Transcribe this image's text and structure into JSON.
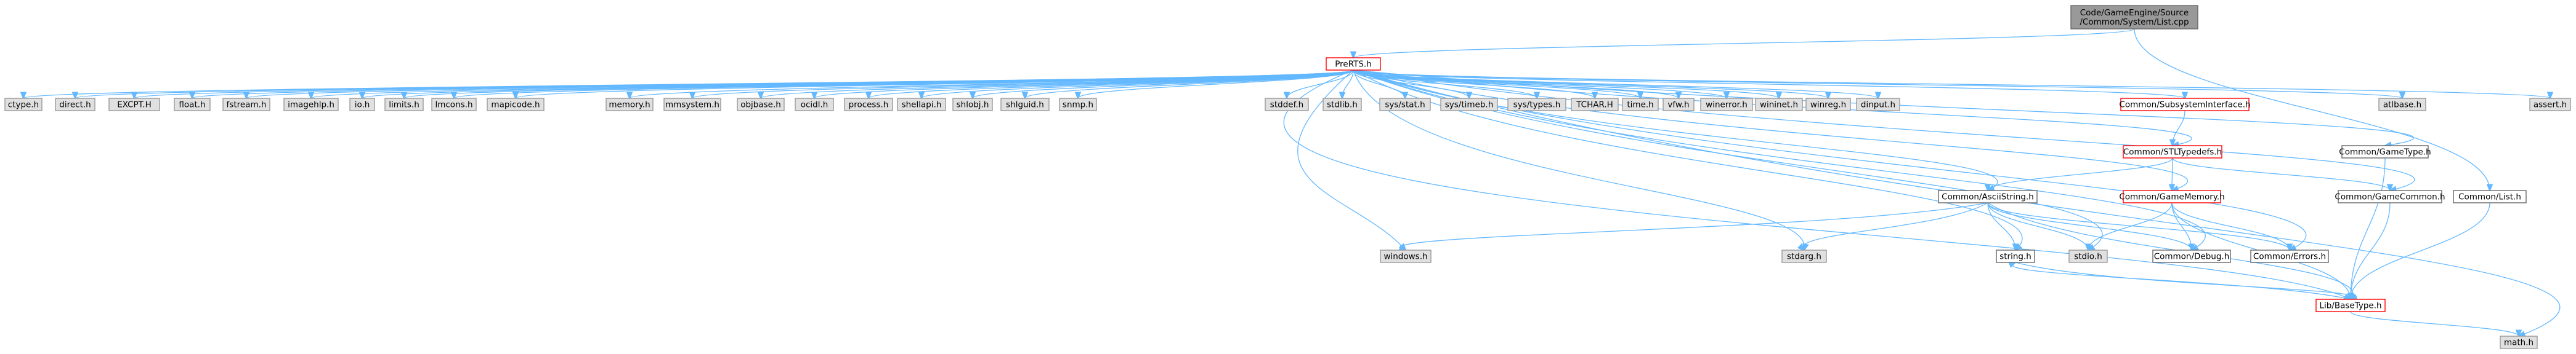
{
  "diagram": {
    "type": "include-dependency-graph",
    "colors": {
      "edge": "#63b8ff",
      "root_fill": "#999999",
      "system_fill": "#e0e0e0",
      "internal_fill": "#ffffff",
      "internal_stroke": "#666666",
      "truncated_stroke": "#ff0000",
      "system_stroke": "#999999"
    },
    "nodes": [
      {
        "id": "root",
        "label": "Code/GameEngine/Source\n/Common/System/List.cpp",
        "kind": "root"
      },
      {
        "id": "prerts",
        "label": "PreRTS.h",
        "kind": "truncated"
      },
      {
        "id": "commonlist",
        "label": "Common/List.h",
        "kind": "internal"
      },
      {
        "id": "ctype",
        "label": "ctype.h",
        "kind": "system"
      },
      {
        "id": "direct",
        "label": "direct.h",
        "kind": "system"
      },
      {
        "id": "excpt",
        "label": "EXCPT.H",
        "kind": "system"
      },
      {
        "id": "float",
        "label": "float.h",
        "kind": "system"
      },
      {
        "id": "fstream",
        "label": "fstream.h",
        "kind": "system"
      },
      {
        "id": "imagehlp",
        "label": "imagehlp.h",
        "kind": "system"
      },
      {
        "id": "io",
        "label": "io.h",
        "kind": "system"
      },
      {
        "id": "limits",
        "label": "limits.h",
        "kind": "system"
      },
      {
        "id": "lmcons",
        "label": "lmcons.h",
        "kind": "system"
      },
      {
        "id": "mapicode",
        "label": "mapicode.h",
        "kind": "system"
      },
      {
        "id": "memory",
        "label": "memory.h",
        "kind": "system"
      },
      {
        "id": "mmsystem",
        "label": "mmsystem.h",
        "kind": "system"
      },
      {
        "id": "objbase",
        "label": "objbase.h",
        "kind": "system"
      },
      {
        "id": "ocidl",
        "label": "ocidl.h",
        "kind": "system"
      },
      {
        "id": "process",
        "label": "process.h",
        "kind": "system"
      },
      {
        "id": "shellapi",
        "label": "shellapi.h",
        "kind": "system"
      },
      {
        "id": "shlobj",
        "label": "shlobj.h",
        "kind": "system"
      },
      {
        "id": "shlguid",
        "label": "shlguid.h",
        "kind": "system"
      },
      {
        "id": "snmp",
        "label": "snmp.h",
        "kind": "system"
      },
      {
        "id": "stddef",
        "label": "stddef.h",
        "kind": "system"
      },
      {
        "id": "stdlib",
        "label": "stdlib.h",
        "kind": "system"
      },
      {
        "id": "sysstat",
        "label": "sys/stat.h",
        "kind": "system"
      },
      {
        "id": "systimeb",
        "label": "sys/timeb.h",
        "kind": "system"
      },
      {
        "id": "systypes",
        "label": "sys/types.h",
        "kind": "system"
      },
      {
        "id": "tchar",
        "label": "TCHAR.H",
        "kind": "system"
      },
      {
        "id": "time",
        "label": "time.h",
        "kind": "system"
      },
      {
        "id": "vfw",
        "label": "vfw.h",
        "kind": "system"
      },
      {
        "id": "winerror",
        "label": "winerror.h",
        "kind": "system"
      },
      {
        "id": "wininet",
        "label": "wininet.h",
        "kind": "system"
      },
      {
        "id": "winreg",
        "label": "winreg.h",
        "kind": "system"
      },
      {
        "id": "dinput",
        "label": "dinput.h",
        "kind": "system"
      },
      {
        "id": "subsys",
        "label": "Common/SubsystemInterface.h",
        "kind": "truncated"
      },
      {
        "id": "atlbase",
        "label": "atlbase.h",
        "kind": "system"
      },
      {
        "id": "assert",
        "label": "assert.h",
        "kind": "system"
      },
      {
        "id": "stltypedefs",
        "label": "Common/STLTypedefs.h",
        "kind": "truncated"
      },
      {
        "id": "gametype",
        "label": "Common/GameType.h",
        "kind": "internal"
      },
      {
        "id": "asciistring",
        "label": "Common/AsciiString.h",
        "kind": "internal"
      },
      {
        "id": "gamememory",
        "label": "Common/GameMemory.h",
        "kind": "truncated"
      },
      {
        "id": "gamecommon",
        "label": "Common/GameCommon.h",
        "kind": "internal"
      },
      {
        "id": "windows",
        "label": "windows.h",
        "kind": "system"
      },
      {
        "id": "stdarg",
        "label": "stdarg.h",
        "kind": "system"
      },
      {
        "id": "string",
        "label": "string.h",
        "kind": "internal"
      },
      {
        "id": "stdio",
        "label": "stdio.h",
        "kind": "system"
      },
      {
        "id": "debug",
        "label": "Common/Debug.h",
        "kind": "internal"
      },
      {
        "id": "errors",
        "label": "Common/Errors.h",
        "kind": "internal"
      },
      {
        "id": "basetype",
        "label": "Lib/BaseType.h",
        "kind": "truncated"
      },
      {
        "id": "math",
        "label": "math.h",
        "kind": "system"
      }
    ],
    "edges": [
      [
        "root",
        "prerts"
      ],
      [
        "root",
        "commonlist"
      ],
      [
        "prerts",
        "ctype"
      ],
      [
        "prerts",
        "direct"
      ],
      [
        "prerts",
        "excpt"
      ],
      [
        "prerts",
        "float"
      ],
      [
        "prerts",
        "fstream"
      ],
      [
        "prerts",
        "imagehlp"
      ],
      [
        "prerts",
        "io"
      ],
      [
        "prerts",
        "limits"
      ],
      [
        "prerts",
        "lmcons"
      ],
      [
        "prerts",
        "mapicode"
      ],
      [
        "prerts",
        "memory"
      ],
      [
        "prerts",
        "mmsystem"
      ],
      [
        "prerts",
        "objbase"
      ],
      [
        "prerts",
        "ocidl"
      ],
      [
        "prerts",
        "process"
      ],
      [
        "prerts",
        "shellapi"
      ],
      [
        "prerts",
        "shlobj"
      ],
      [
        "prerts",
        "shlguid"
      ],
      [
        "prerts",
        "snmp"
      ],
      [
        "prerts",
        "stddef"
      ],
      [
        "prerts",
        "stdlib"
      ],
      [
        "prerts",
        "sysstat"
      ],
      [
        "prerts",
        "systimeb"
      ],
      [
        "prerts",
        "systypes"
      ],
      [
        "prerts",
        "tchar"
      ],
      [
        "prerts",
        "time"
      ],
      [
        "prerts",
        "vfw"
      ],
      [
        "prerts",
        "winerror"
      ],
      [
        "prerts",
        "wininet"
      ],
      [
        "prerts",
        "winreg"
      ],
      [
        "prerts",
        "dinput"
      ],
      [
        "prerts",
        "subsys"
      ],
      [
        "prerts",
        "atlbase"
      ],
      [
        "prerts",
        "assert"
      ],
      [
        "prerts",
        "stltypedefs"
      ],
      [
        "prerts",
        "gametype"
      ],
      [
        "prerts",
        "asciistring"
      ],
      [
        "prerts",
        "gamememory"
      ],
      [
        "prerts",
        "gamecommon"
      ],
      [
        "prerts",
        "windows"
      ],
      [
        "prerts",
        "stdarg"
      ],
      [
        "prerts",
        "string"
      ],
      [
        "prerts",
        "stdio"
      ],
      [
        "prerts",
        "debug"
      ],
      [
        "prerts",
        "errors"
      ],
      [
        "prerts",
        "basetype"
      ],
      [
        "prerts",
        "math"
      ],
      [
        "commonlist",
        "basetype"
      ],
      [
        "subsys",
        "stltypedefs"
      ],
      [
        "stltypedefs",
        "asciistring"
      ],
      [
        "stltypedefs",
        "gamememory"
      ],
      [
        "stltypedefs",
        "gamecommon"
      ],
      [
        "gametype",
        "basetype"
      ],
      [
        "asciistring",
        "windows"
      ],
      [
        "asciistring",
        "stdarg"
      ],
      [
        "asciistring",
        "string"
      ],
      [
        "asciistring",
        "stdio"
      ],
      [
        "asciistring",
        "debug"
      ],
      [
        "asciistring",
        "errors"
      ],
      [
        "asciistring",
        "basetype"
      ],
      [
        "gamememory",
        "stdio"
      ],
      [
        "gamememory",
        "debug"
      ],
      [
        "gamememory",
        "errors"
      ],
      [
        "gamememory",
        "basetype"
      ],
      [
        "gamecommon",
        "basetype"
      ],
      [
        "string",
        "basetype"
      ],
      [
        "basetype",
        "string"
      ],
      [
        "basetype",
        "math"
      ]
    ]
  }
}
